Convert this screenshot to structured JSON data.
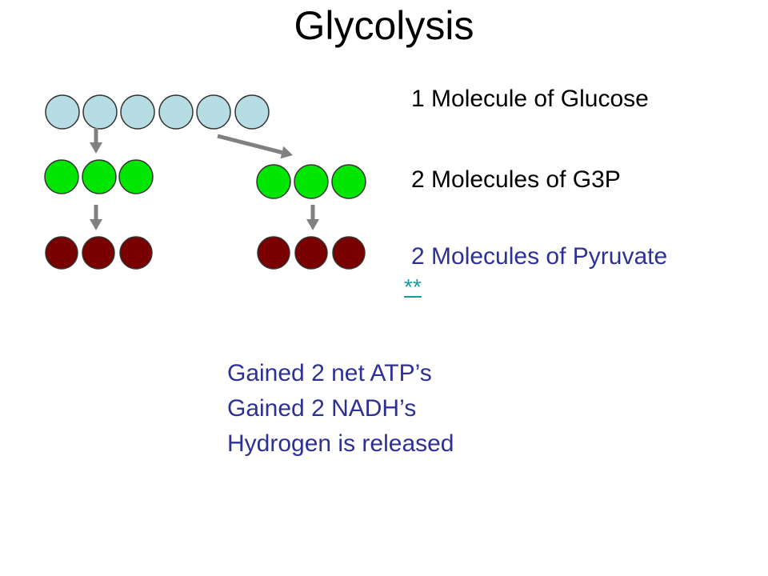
{
  "title": "Glycolysis",
  "labels": {
    "glucose": "1 Molecule of Glucose",
    "g3p": "2 Molecules of G3P",
    "pyruvate": "2 Molecules of Pyruvate"
  },
  "link_text": "**",
  "gains": [
    "Gained 2 net ATP’s",
    "Gained 2 NADH’s",
    "Hydrogen is released"
  ],
  "colors": {
    "glucose_fill": "#b7dde4",
    "g3p_fill": "#00e600",
    "pyruvate_fill": "#7a0000",
    "arrow": "#808080",
    "pyruvate_text": "#2e3192",
    "link": "#1a9a9a",
    "gains_text": "#2e3192"
  }
}
